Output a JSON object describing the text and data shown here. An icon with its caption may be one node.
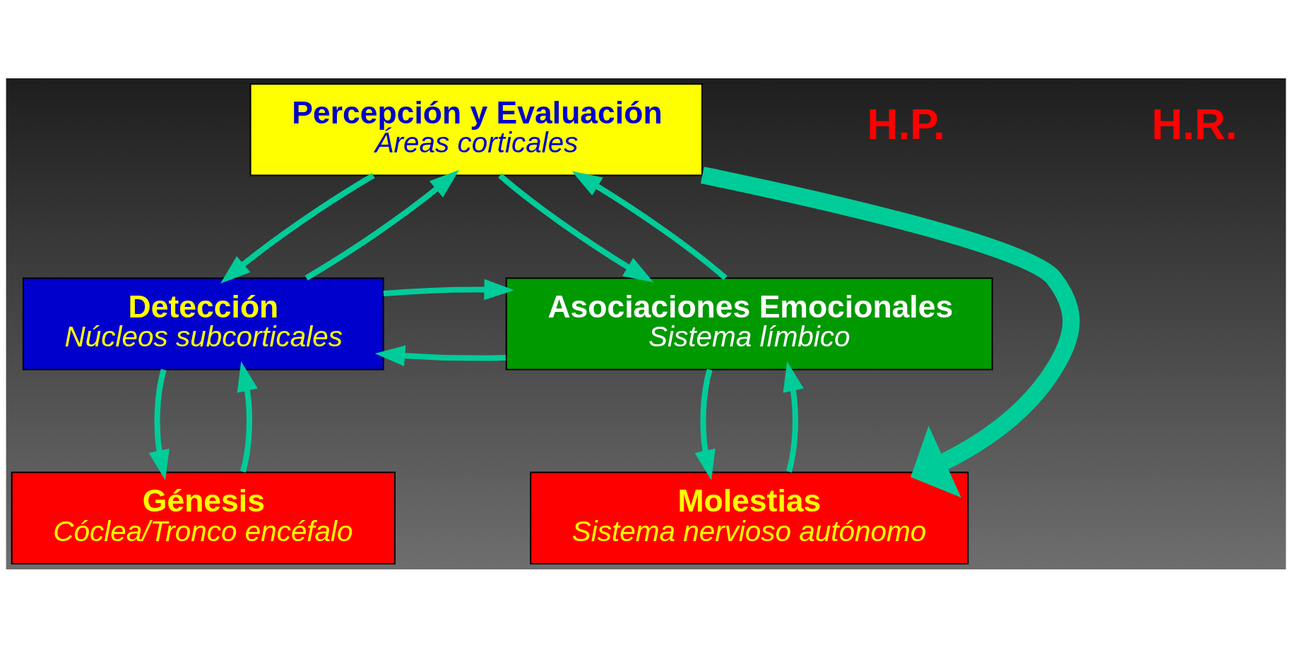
{
  "diagram": {
    "nodes": [
      {
        "text": [
          "Percepción y Evaluación",
          "Áreas corticales"
        ]
      },
      {
        "text": [
          "Detección",
          "Núcleos subcorticales"
        ]
      },
      {
        "text": [
          "Asociaciones Emocionales",
          "Sistema límbico"
        ]
      },
      {
        "text": [
          "Génesis",
          "Cóclea/Tronco encéfalo"
        ]
      },
      {
        "text": [
          "Molestias",
          "Sistema nervioso autónomo"
        ]
      }
    ],
    "edges": [
      {
        "from": 1,
        "to": 0,
        "arrow": "to"
      },
      {
        "from": 0,
        "to": 1,
        "arrow": "to"
      },
      {
        "from": 2,
        "to": 0,
        "arrow": "to"
      },
      {
        "from": 0,
        "to": 2,
        "arrow": "to"
      },
      {
        "from": 2,
        "to": 1,
        "arrow": "to"
      },
      {
        "from": 1,
        "to": 2,
        "arrow": "to"
      },
      {
        "from": 3,
        "to": 1,
        "arrow": "to"
      },
      {
        "from": 1,
        "to": 3,
        "arrow": "to"
      },
      {
        "from": 4,
        "to": 2,
        "arrow": "to"
      },
      {
        "from": 2,
        "to": 4,
        "arrow": "to"
      },
      {
        "from": 0,
        "to": 4,
        "arrow": "to",
        "style": "thick"
      }
    ],
    "labels": [
      "H.P.",
      "H.R."
    ]
  }
}
